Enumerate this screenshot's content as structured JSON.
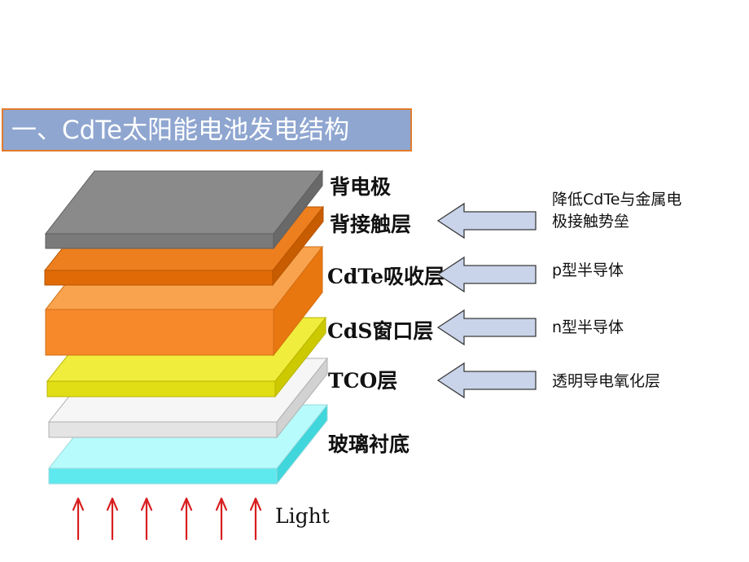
{
  "title": "一、CdTe太阳能电池发电结构",
  "layers": [
    {
      "name": "背电极",
      "color": "#808080"
    },
    {
      "name": "背接触层",
      "color": "#e8700d"
    },
    {
      "name": "CdTe吸收层",
      "color": "#f7892b"
    },
    {
      "name": "CdS窗口层",
      "color": "#e5e119"
    },
    {
      "name": "TCO层",
      "color": "#ebebeb"
    },
    {
      "name": "玻璃衬底",
      "color": "#7ff6f8"
    }
  ],
  "notes": {
    "back_contact": "降低CdTe与金属电极接触势垒",
    "cdte": "p型半导体",
    "cds": "n型半导体",
    "tco": "透明导电氧化层"
  },
  "light_label": "Light",
  "colors": {
    "title_bar": "#8fa6d0",
    "title_border": "#e07b2c",
    "arrow_fill": "#c9d4ea",
    "arrow_stroke": "#3a3a3a",
    "light_arrow": "#d81e1e"
  }
}
